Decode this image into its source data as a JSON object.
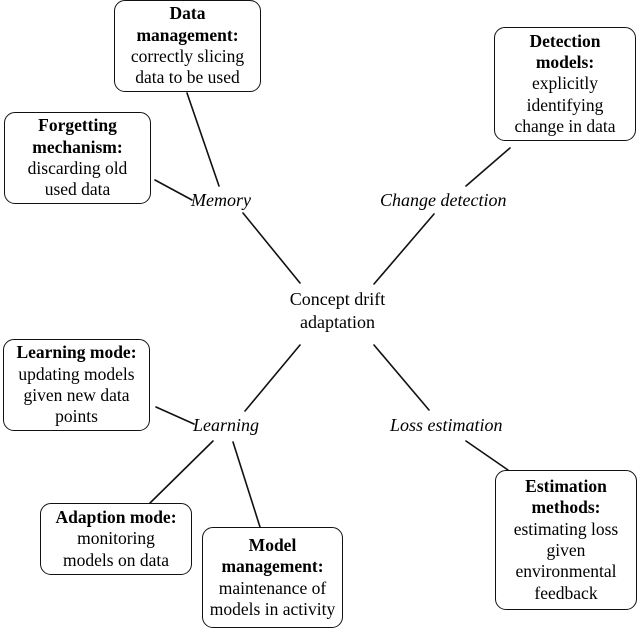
{
  "diagram": {
    "type": "concept-map",
    "center": {
      "id": "center",
      "line1": "Concept drift",
      "line2": "adaptation"
    },
    "branches": [
      {
        "id": "memory",
        "label": "Memory"
      },
      {
        "id": "change-detection",
        "label": "Change detection"
      },
      {
        "id": "learning",
        "label": "Learning"
      },
      {
        "id": "loss-estimation",
        "label": "Loss estimation"
      }
    ],
    "nodes": [
      {
        "id": "data-management",
        "branch": "memory",
        "headline": [
          "Data",
          "management:"
        ],
        "body": [
          "correctly slicing",
          "data to be used"
        ]
      },
      {
        "id": "forgetting-mechanism",
        "branch": "memory",
        "headline": [
          "Forgetting",
          "mechanism:"
        ],
        "body": [
          "discarding old",
          "used data"
        ]
      },
      {
        "id": "detection-models",
        "branch": "change-detection",
        "headline": [
          "Detection",
          "models:"
        ],
        "body": [
          "explicitly",
          "identifying",
          "change in data"
        ]
      },
      {
        "id": "learning-mode",
        "branch": "learning",
        "headline": [
          "Learning mode:"
        ],
        "body": [
          "updating models",
          "given new data",
          "points"
        ]
      },
      {
        "id": "adaption-mode",
        "branch": "learning",
        "headline": [
          "Adaption mode:"
        ],
        "body": [
          "monitoring",
          "models on data"
        ]
      },
      {
        "id": "model-management",
        "branch": "learning",
        "headline": [
          "Model",
          "management:"
        ],
        "body": [
          "maintenance of",
          "models in activity"
        ]
      },
      {
        "id": "estimation-methods",
        "branch": "loss-estimation",
        "headline": [
          "Estimation",
          "methods:"
        ],
        "body": [
          "estimating loss",
          "given",
          "environmental",
          "feedback"
        ]
      }
    ],
    "colors": {
      "stroke": "#111111",
      "text": "#000000",
      "background": "#ffffff"
    }
  }
}
